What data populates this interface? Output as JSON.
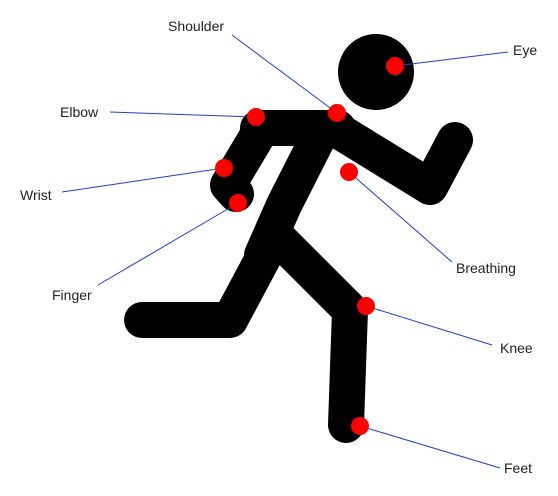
{
  "colors": {
    "figure": "#000000",
    "marker": "#ff0000",
    "leader_line": "#1f3fd0",
    "label_text": "#222222",
    "background": "#ffffff"
  },
  "labels": {
    "shoulder": "Shoulder",
    "eye": "Eye",
    "elbow": "Elbow",
    "wrist": "Wrist",
    "finger": "Finger",
    "breathing": "Breathing",
    "knee": "Knee",
    "feet": "Feet"
  }
}
